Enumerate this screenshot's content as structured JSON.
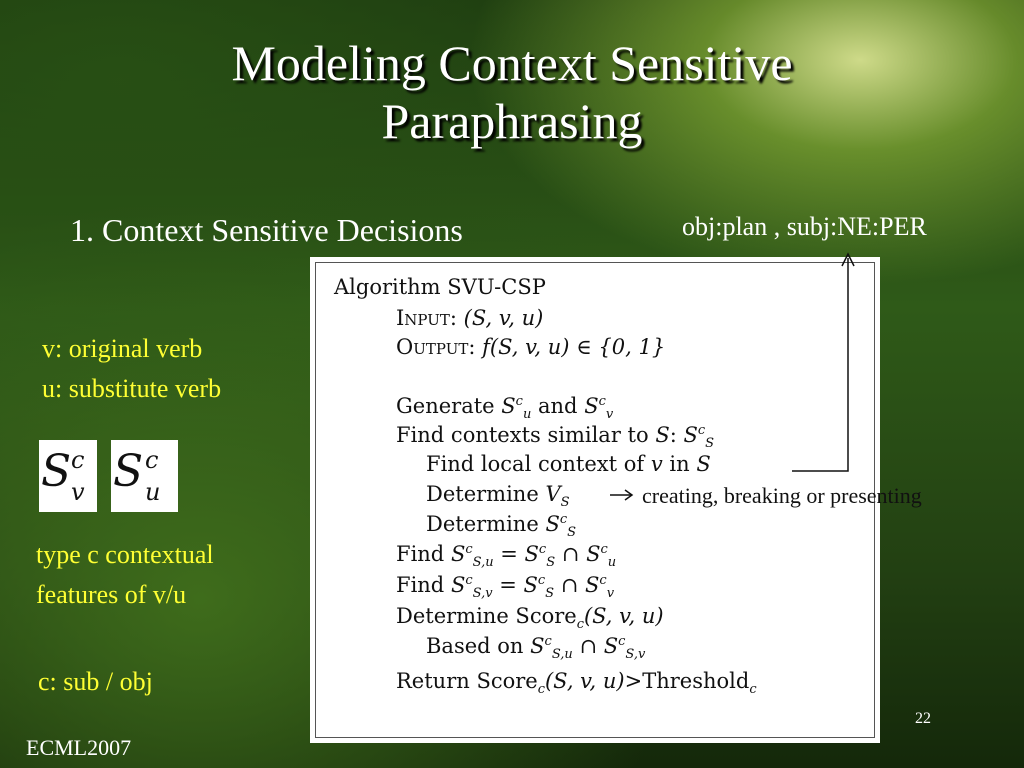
{
  "slide": {
    "title_line1": "Modeling Context Sensitive",
    "title_line2": "Paraphrasing",
    "subtitle": "1. Context Sensitive Decisions",
    "features_note": "obj:plan ,  subj:NE:PER",
    "v_def": "v: original verb",
    "u_def": "u: substitute verb",
    "type_line1": "type c contextual",
    "type_line2": "features of v/u",
    "c_def": "c: sub / obj",
    "arrow_note": "creating, breaking or presenting",
    "page_number": "22",
    "footer": "ECML2007"
  },
  "algorithm": {
    "header": "Algorithm SVU-CSP",
    "input_kw": "Input:",
    "input_val": "(S, v, u)",
    "output_kw": "Output:",
    "output_val": "f(S, v, u) ∈ {0, 1}",
    "generate": "Generate",
    "and": "and",
    "find_contexts": "Find contexts similar to",
    "find_local": "Find local context of",
    "in": "in",
    "determine": "Determine",
    "find": "Find",
    "determine_score": "Determine Score",
    "based_on": "Based on",
    "return_score": "Return Score",
    "threshold": "Threshold"
  },
  "colors": {
    "title": "#ffffff",
    "label": "#ffff33",
    "text": "#ffffff"
  }
}
